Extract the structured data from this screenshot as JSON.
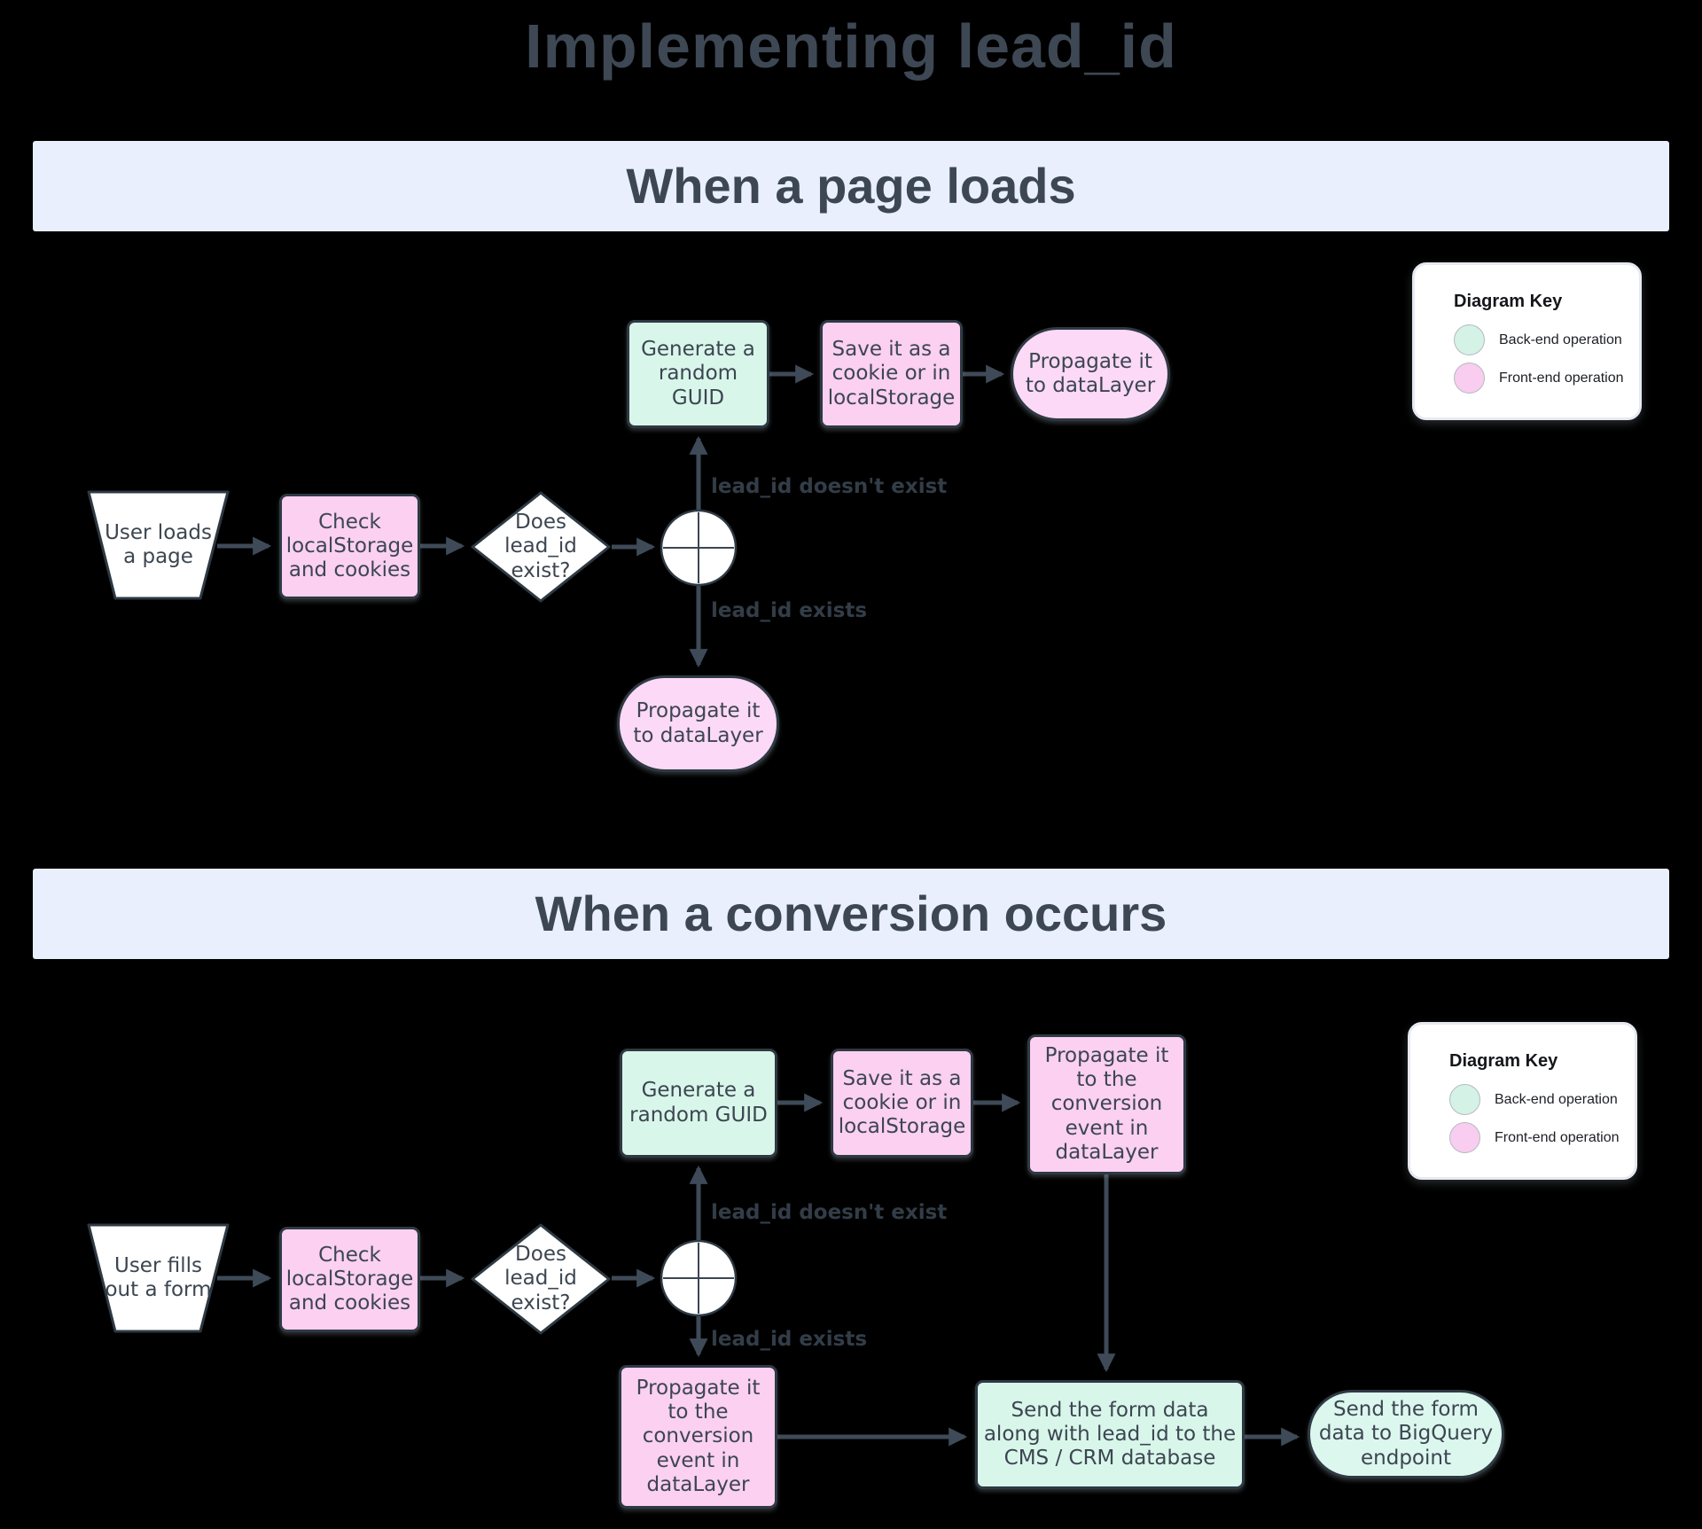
{
  "title": "Implementing lead_id",
  "sections": [
    {
      "header": "When a page loads"
    },
    {
      "header": "When a conversion occurs"
    }
  ],
  "legend": {
    "title": "Diagram Key",
    "items": [
      {
        "label": "Back-end operation",
        "color": "#d4f2e5"
      },
      {
        "label": "Front-end operation",
        "color": "#f9cdef"
      }
    ]
  },
  "colors": {
    "background": "#000000",
    "section_bar_bg": "#e9effc",
    "backend_fill": "#d9f6ea",
    "frontend_fill": "#fbd0f1",
    "stadium_frontend_fill": "#fcd9f6",
    "stadium_backend_fill": "#dcf7ee",
    "node_border": "#2e3943",
    "arrow": "#3e4a57",
    "heading_text": "#3d4753",
    "node_text": "#3c4651"
  },
  "flow1": {
    "nodes": {
      "start": "User loads\na page",
      "check": "Check\nlocalStorage\nand cookies",
      "decision": "Does\nlead_id\nexist?",
      "generate": "Generate a\nrandom\nGUID",
      "save": "Save it as a\ncookie or in\nlocalStorage",
      "propagate_top": "Propagate it\nto dataLayer",
      "propagate_bottom": "Propagate it\nto dataLayer"
    },
    "edges": {
      "not_exists": "lead_id doesn't exist",
      "exists": "lead_id exists"
    }
  },
  "flow2": {
    "nodes": {
      "start": "User fills\nout a form",
      "check": "Check\nlocalStorage\nand cookies",
      "decision": "Does\nlead_id\nexist?",
      "generate": "Generate a\nrandom GUID",
      "save": "Save it as a\ncookie or in\nlocalStorage",
      "propagate_conversion_top": "Propagate it\nto the\nconversion\nevent in\ndataLayer",
      "propagate_conversion_bottom": "Propagate it\nto the\nconversion\nevent in\ndataLayer",
      "send_cms": "Send the form data\nalong with lead_id to the\nCMS / CRM database",
      "send_bigquery": "Send the form\ndata to BigQuery\nendpoint"
    },
    "edges": {
      "not_exists": "lead_id doesn't exist",
      "exists": "lead_id exists"
    }
  }
}
